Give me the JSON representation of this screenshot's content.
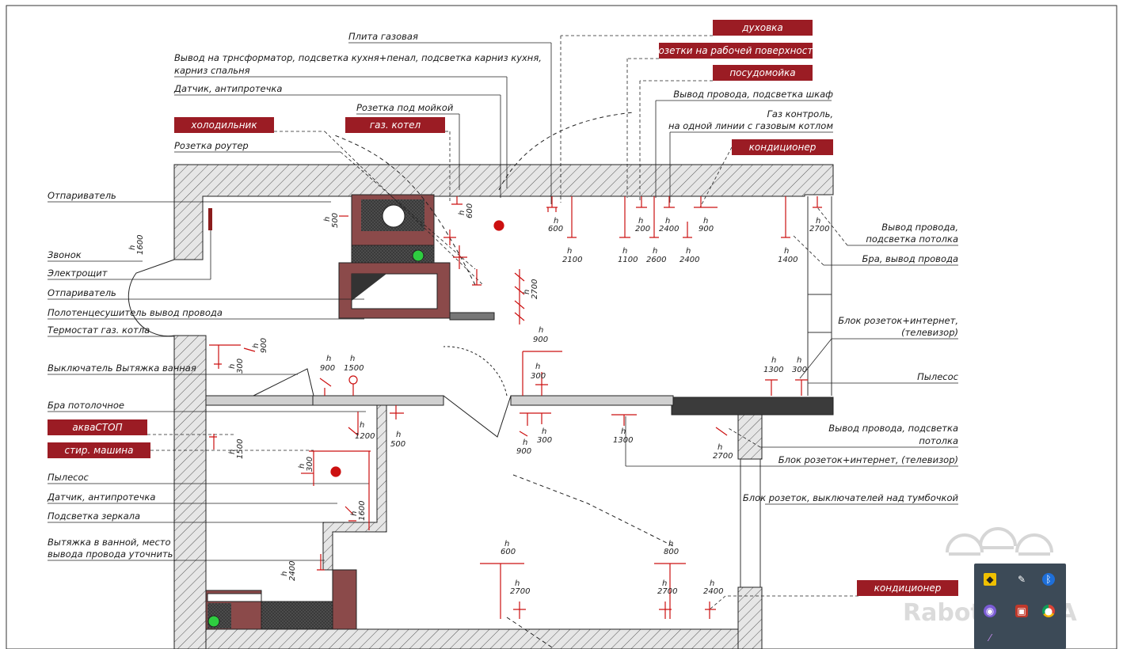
{
  "labels_left": [
    "Отпариватель",
    "Звонок",
    "Электрощит",
    "Отпариватель",
    "Полотенцесушитель вывод провода",
    "Термостат газ. котла",
    "Выключатель Вытяжка ванная",
    "Бра потолочное",
    "Пылесос",
    "Датчик, антипротечка",
    "Подсветка зеркала",
    "Вытяжка в ванной, место",
    "вывода провода уточнить"
  ],
  "labels_top": [
    "Плита газовая",
    "Вывод на трнсформатор, подсветка кухня+пенал, подсветка карниз кухня,",
    "карниз спальня",
    "Датчик, антипротечка",
    "Розетка под мойкой",
    "Розетка роутер",
    "Вывод провода, подсветка шкаф",
    "Газ контроль,",
    "на одной линии с газовым котлом"
  ],
  "labels_right": [
    "Вывод провода,",
    "подсветка потолка",
    "Бра, вывод провода",
    "Блок розеток+интернет,",
    "(телевизор)",
    "Пылесос",
    "Вывод провода, подсветка",
    "потолка",
    "Блок розеток+интернет, (телевизор)",
    "Блок розеток, выключателей над тумбочкой"
  ],
  "tags": [
    "духовка",
    "розетки на рабочей поверхности",
    "посудомойка",
    "холодильник",
    "газ. котел",
    "кондиционер",
    "акваСТОП",
    "стир. машина",
    "кондиционер"
  ],
  "heights": {
    "h": "h",
    "v500": "500",
    "v1600": "1600",
    "v600a": "600",
    "v2100": "2100",
    "v1100": "1100",
    "v200": "200",
    "v2600": "2600",
    "v2400": "2400",
    "v900": "900",
    "v2700": "2700",
    "v1400": "1400",
    "v300": "300",
    "v1500": "1500",
    "v1300": "1300",
    "v1200": "1200",
    "v800": "800"
  },
  "watermark": "Rabotniki.UA",
  "tray_icons": [
    "shield-icon",
    "pen-icon",
    "bluetooth-icon",
    "messenger-icon",
    "app-icon",
    "chrome-icon",
    "feather-icon"
  ],
  "colors": {
    "wall_hatch": "#555555",
    "tag_bg": "#9b1c24",
    "electrical": "#cc1010",
    "wall_fill": "#8b4a4a"
  }
}
